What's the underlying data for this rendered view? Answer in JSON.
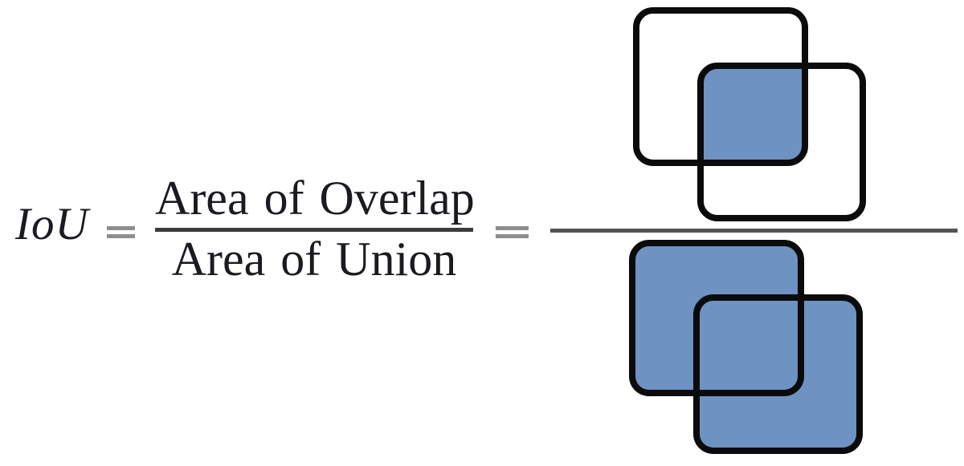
{
  "formula": {
    "lhs": "IoU",
    "equals": "=",
    "numerator_label": "Area of Overlap",
    "denominator_label": "Area of Union"
  },
  "diagram": {
    "numerator_meaning": "two outlined boxes with intersection region filled",
    "denominator_meaning": "two boxes fully filled representing union"
  },
  "colors": {
    "overlap_fill": "#6E92C2",
    "box_stroke": "#0b0b0b",
    "text": "#1a1a20",
    "equals_gray": "#8e8e8e",
    "small_bar": "#3c3c3c",
    "big_bar": "#535353",
    "background": "#ffffff"
  }
}
